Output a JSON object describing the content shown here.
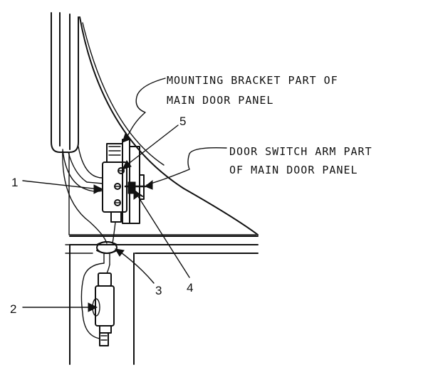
{
  "labels": {
    "mounting_bracket_line1": "MOUNTING BRACKET PART OF",
    "mounting_bracket_line2": "MAIN DOOR PANEL",
    "door_switch_arm_line1": "DOOR SWITCH ARM PART",
    "door_switch_arm_line2": "OF MAIN DOOR PANEL"
  },
  "callouts": {
    "c1": "1",
    "c2": "2",
    "c3": "3",
    "c4": "4",
    "c5": "5"
  }
}
